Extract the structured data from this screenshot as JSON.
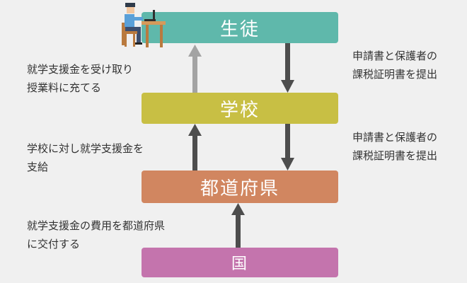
{
  "colors": {
    "student": "#5fb8ab",
    "school": "#c8bf44",
    "prefecture": "#d18660",
    "nation": "#c474ad",
    "arrow_dark": "#4d4d4d",
    "arrow_light": "#a3a3a3"
  },
  "boxes": {
    "student": "生徒",
    "school": "学校",
    "prefecture": "都道府県",
    "nation": "国"
  },
  "notes": {
    "student_to_school": "就学支援金を受け取り\n授業料に充てる",
    "school_to_student_docs": "申請書と保護者の\n課税証明書を提出",
    "pref_to_school": "学校に対し就学支援金を\n支給",
    "school_to_pref_docs": "申請書と保護者の\n課税証明書を提出",
    "nation_to_pref": "就学支援金の費用を都道府県\nに交付する"
  },
  "icons": {
    "student_figure": "person-at-desk-icon"
  }
}
